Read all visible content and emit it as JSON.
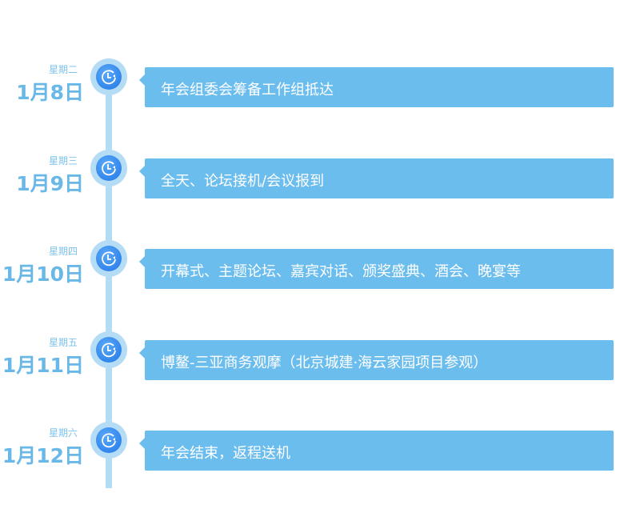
{
  "timeline": [
    {
      "weekday": "星期二",
      "date": "1月8日",
      "event": "年会组委会筹备工作组抵达"
    },
    {
      "weekday": "星期三",
      "date": "1月9日",
      "event": "全天、论坛接机/会议报到"
    },
    {
      "weekday": "星期四",
      "date": "1月10日",
      "event": "开幕式、主题论坛、嘉宾对话、颁奖盛典、酒会、晚宴等"
    },
    {
      "weekday": "星期五",
      "date": "1月11日",
      "event": "博鳌-三亚商务观摩（北京城建·海云家园项目参观）"
    },
    {
      "weekday": "星期六",
      "date": "1月12日",
      "event": "年会结束，返程送机"
    }
  ],
  "icon": "clock-icon",
  "colors": {
    "accent": "#6bbdee",
    "line": "#b5dcf5",
    "date": "#6ab8e8"
  }
}
